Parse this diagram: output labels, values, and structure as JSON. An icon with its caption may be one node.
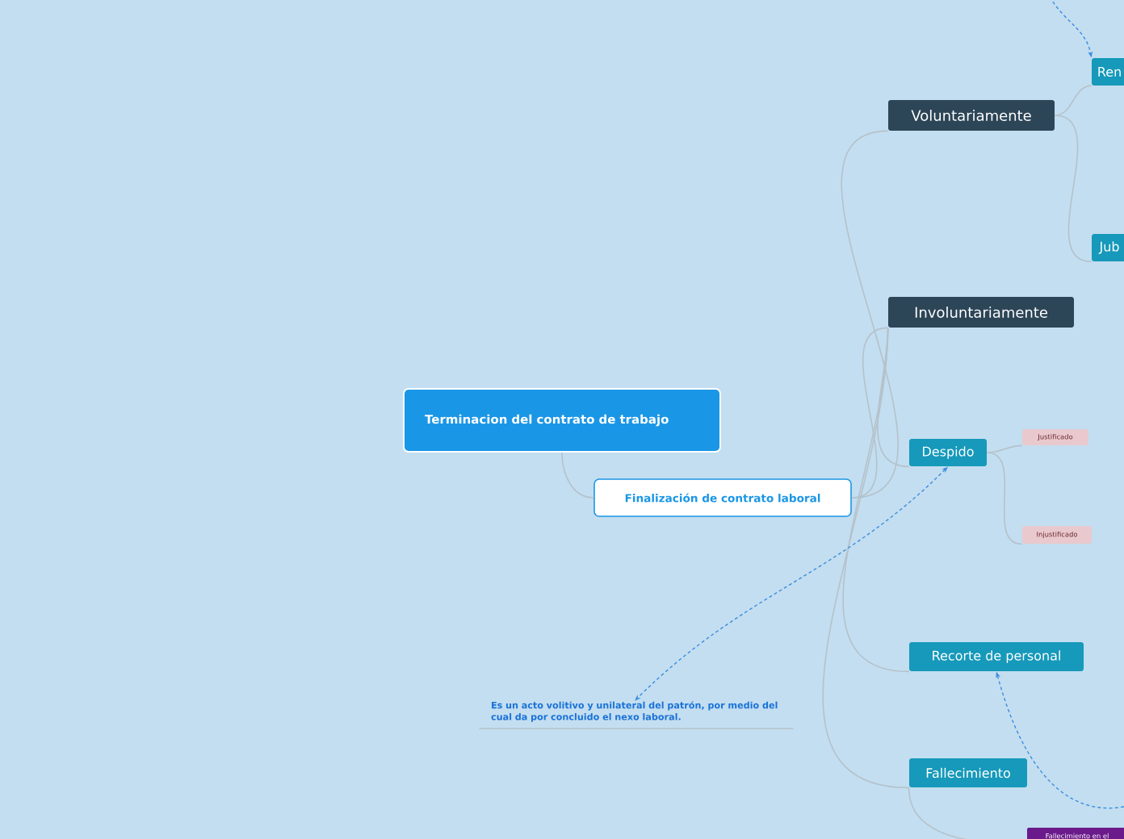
{
  "diagram": {
    "nodes": [
      {
        "text": [
          "Terminacion del contrato de trabajo"
        ]
      },
      {
        "text": [
          "Finalización de contrato laboral"
        ]
      },
      {
        "text": [
          "Voluntariamente"
        ]
      },
      {
        "text": [
          "Involuntariamente"
        ]
      },
      {
        "text": [
          "Ren"
        ]
      },
      {
        "text": [
          "Jub"
        ]
      },
      {
        "text": [
          "Despido"
        ]
      },
      {
        "text": [
          "Justificado"
        ]
      },
      {
        "text": [
          "Injustificado"
        ]
      },
      {
        "text": [
          "Recorte de personal"
        ]
      },
      {
        "text": [
          "Fallecimiento"
        ]
      },
      {
        "text": [
          "Fallecimiento en el"
        ]
      },
      {
        "text": [
          "Es un acto volitivo y unilateral del patrón, por medio del cual da por concluido el nexo laboral."
        ]
      }
    ],
    "edges": [
      {
        "from": 0,
        "to": 1,
        "arrow": "none"
      },
      {
        "from": 1,
        "to": 2,
        "arrow": "none"
      },
      {
        "from": 1,
        "to": 3,
        "arrow": "none"
      },
      {
        "from": 2,
        "to": 4,
        "arrow": "none"
      },
      {
        "from": 2,
        "to": 5,
        "arrow": "none"
      },
      {
        "from": 3,
        "to": 6,
        "arrow": "none"
      },
      {
        "from": 3,
        "to": 9,
        "arrow": "none"
      },
      {
        "from": 3,
        "to": 10,
        "arrow": "none"
      },
      {
        "from": 6,
        "to": 7,
        "arrow": "none"
      },
      {
        "from": 6,
        "to": 8,
        "arrow": "none"
      },
      {
        "from": 10,
        "to": 11,
        "arrow": "none"
      },
      {
        "from": 6,
        "to": 12,
        "arrow": "both",
        "style": "dashed",
        "color": "#3b8de0"
      },
      {
        "from": null,
        "to": 4,
        "arrow": "to",
        "style": "dashed",
        "color": "#3b8de0"
      },
      {
        "from": null,
        "to": 9,
        "arrow": "to",
        "style": "dashed",
        "color": "#3b8de0"
      }
    ]
  }
}
